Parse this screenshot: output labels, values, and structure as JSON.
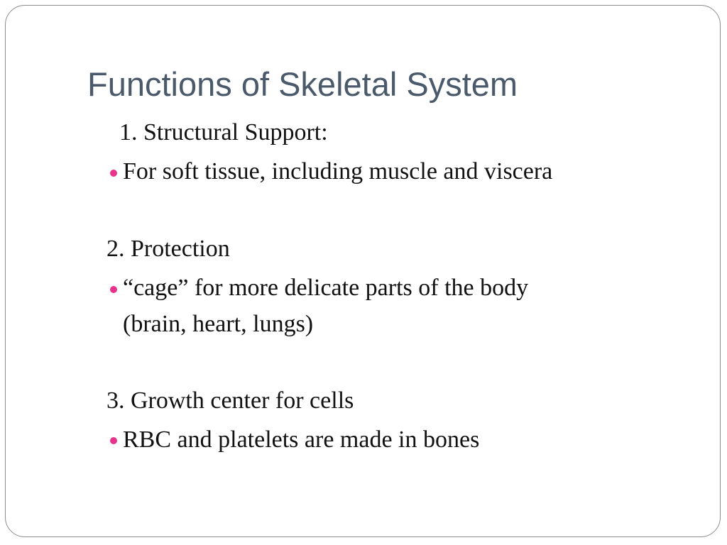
{
  "slide": {
    "title": "Functions of Skeletal System",
    "sections": [
      {
        "heading": "1. Structural Support:",
        "bullet_lines": [
          "For soft tissue, including muscle and viscera"
        ]
      },
      {
        "heading": "2. Protection",
        "bullet_lines": [
          "“cage” for more delicate parts of the body",
          "(brain, heart, lungs)"
        ]
      },
      {
        "heading": "3. Growth center for cells",
        "bullet_lines": [
          "RBC and platelets are made in bones"
        ]
      }
    ]
  },
  "colors": {
    "title": "#4b5a6b",
    "bullet": "#e8338c",
    "text": "#111111",
    "border": "#8c8c8c"
  },
  "icons": {
    "bullet": "bullet-dot-icon"
  }
}
